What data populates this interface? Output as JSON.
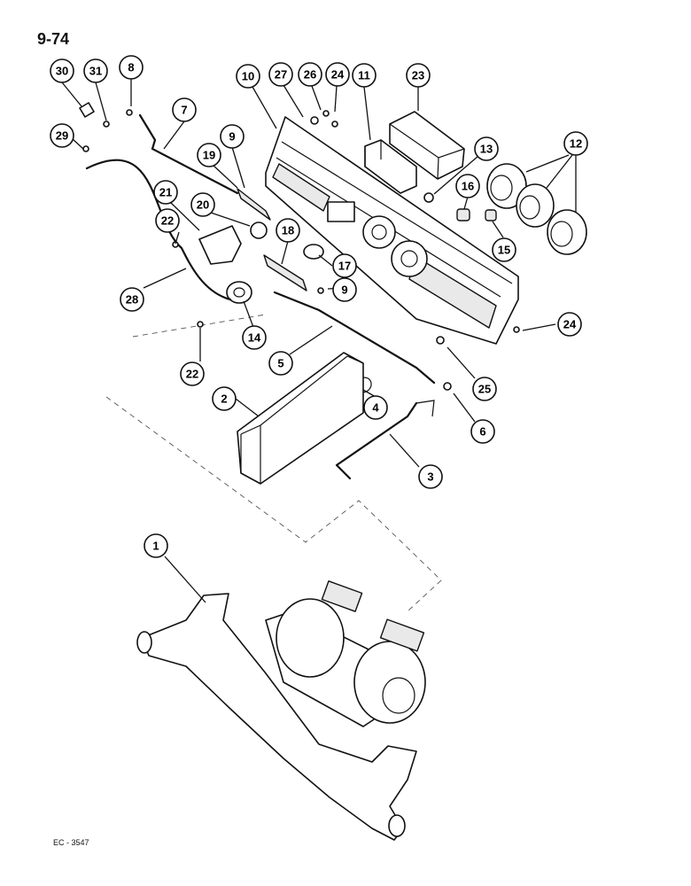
{
  "page_number": "9-74",
  "doc_code": "EC - 3547",
  "callouts": [
    {
      "label": "30"
    },
    {
      "label": "31"
    },
    {
      "label": "8"
    },
    {
      "label": "7"
    },
    {
      "label": "29"
    },
    {
      "label": "10"
    },
    {
      "label": "27"
    },
    {
      "label": "26"
    },
    {
      "label": "24"
    },
    {
      "label": "11"
    },
    {
      "label": "23"
    },
    {
      "label": "13"
    },
    {
      "label": "12"
    },
    {
      "label": "9"
    },
    {
      "label": "19"
    },
    {
      "label": "21"
    },
    {
      "label": "20"
    },
    {
      "label": "16"
    },
    {
      "label": "22"
    },
    {
      "label": "18"
    },
    {
      "label": "15"
    },
    {
      "label": "17"
    },
    {
      "label": "28"
    },
    {
      "label": "9"
    },
    {
      "label": "14"
    },
    {
      "label": "24"
    },
    {
      "label": "22"
    },
    {
      "label": "5"
    },
    {
      "label": "25"
    },
    {
      "label": "2"
    },
    {
      "label": "4"
    },
    {
      "label": "6"
    },
    {
      "label": "3"
    },
    {
      "label": "1"
    }
  ]
}
